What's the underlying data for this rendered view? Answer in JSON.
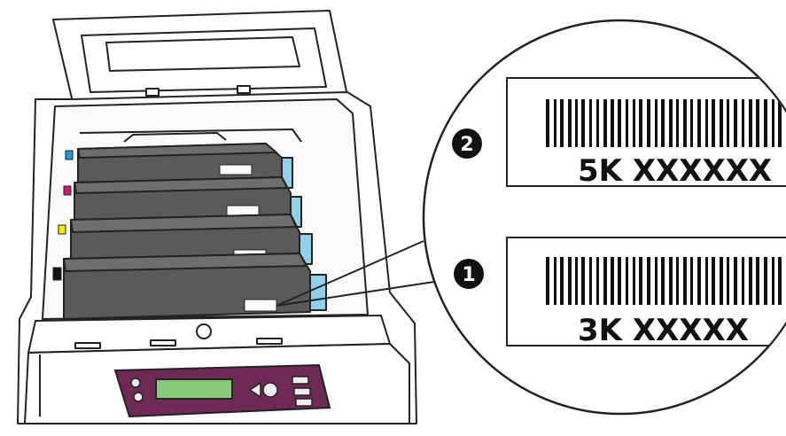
{
  "diagram": {
    "callouts": [
      {
        "number": "2",
        "code": "5K XXXXXX"
      },
      {
        "number": "1",
        "code": "3K XXXXX"
      }
    ],
    "colors": {
      "outline": "#222222",
      "cartridge": "#5a5a5a",
      "cartridge_top": "#6e6e6e",
      "tab_blue": "#8fd0ea",
      "cyan": "#1c9ad6",
      "magenta": "#d4147a",
      "yellow": "#ffe600",
      "black": "#111111",
      "panel_purple": "#6e2a55",
      "lcd_green": "#86c97a"
    }
  }
}
